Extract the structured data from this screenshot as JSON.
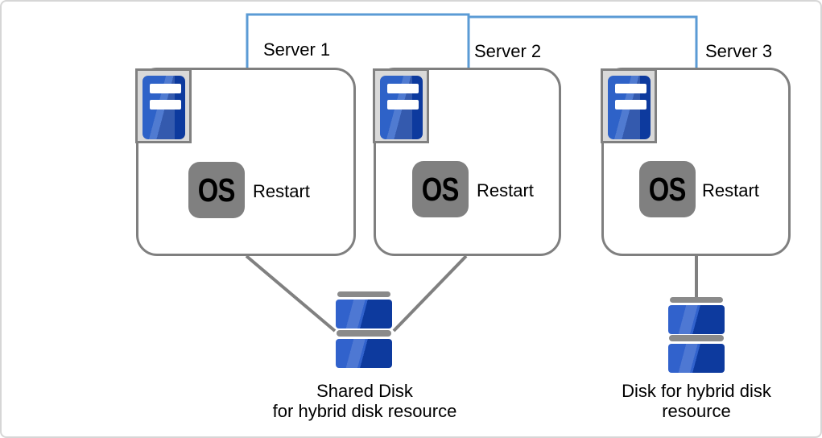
{
  "colors": {
    "connector_blue": "#5B9BD5",
    "line_gray": "#808080",
    "box_border": "#7F7F7F",
    "icon_frame_fill": "#D9D9D9",
    "tower_blue_light": "#2E62C8",
    "tower_blue_dark": "#0D3A9E",
    "disk_blue_light": "#3162CC",
    "disk_blue_dark": "#0D3A9E",
    "os_badge_gray": "#808080",
    "bar_gray": "#8A8A8A",
    "canvas_border": "#D6D6D6",
    "text_color": "#000000"
  },
  "servers": [
    {
      "label": "Server 1",
      "os_label": "OS",
      "action_label": "Restart"
    },
    {
      "label": "Server 2",
      "os_label": "OS",
      "action_label": "Restart"
    },
    {
      "label": "Server 3",
      "os_label": "OS",
      "action_label": "Restart"
    }
  ],
  "shared_disk": {
    "caption_line1": "Shared Disk",
    "caption_line2": "for hybrid disk resource"
  },
  "hybrid_disk": {
    "caption_line1": "Disk for hybrid disk",
    "caption_line2": "resource"
  }
}
